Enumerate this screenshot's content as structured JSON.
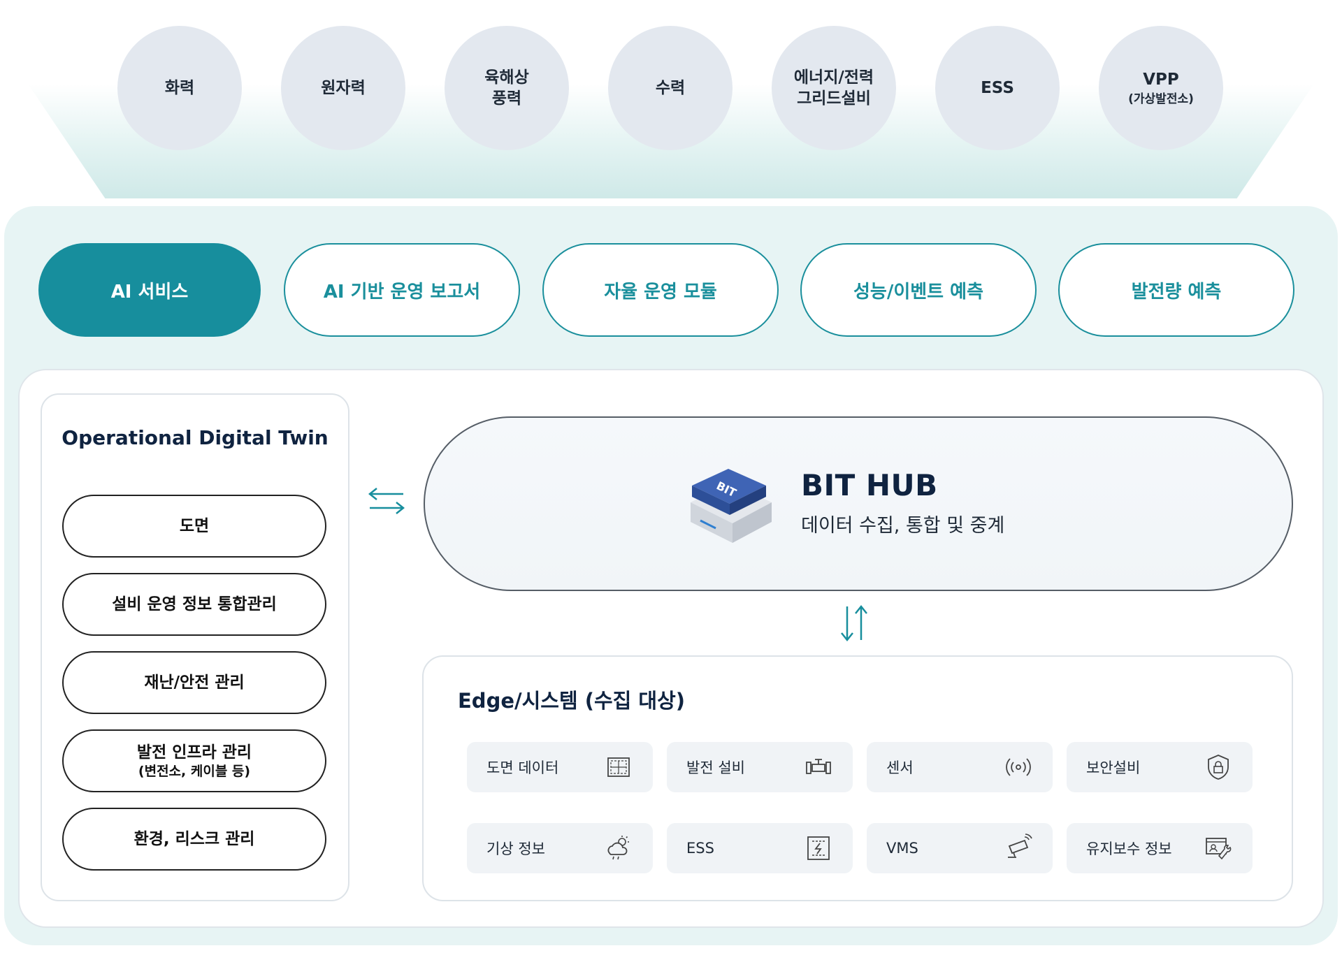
{
  "top_categories": [
    {
      "label": "화력"
    },
    {
      "label": "원자력"
    },
    {
      "label": "육해상\n풍력"
    },
    {
      "label": "수력"
    },
    {
      "label": "에너지/전력\n그리드설비"
    },
    {
      "label": "ESS"
    },
    {
      "label": "VPP",
      "sub": "(가상발전소)"
    }
  ],
  "ai_services": {
    "active_label": "AI 서비스",
    "items": [
      "AI 기반 운영 보고서",
      "자율 운영 모듈",
      "성능/이벤트 예측",
      "발전량 예측"
    ]
  },
  "digital_twin": {
    "title": "Operational Digital Twin",
    "items": [
      {
        "label": "도면"
      },
      {
        "label": "설비 운영 정보 통합관리"
      },
      {
        "label": "재난/안전 관리"
      },
      {
        "label": "발전 인프라 관리",
        "sub": "(변전소, 케이블 등)"
      },
      {
        "label": "환경, 리스크 관리"
      }
    ]
  },
  "hub": {
    "logo_text": "BIT",
    "title": "BIT HUB",
    "subtitle": "데이터 수집, 통합 및 중계"
  },
  "edge": {
    "title": "Edge/시스템 (수집 대상)",
    "items": [
      {
        "label": "도면 데이터",
        "icon": "blueprint-icon"
      },
      {
        "label": "발전 설비",
        "icon": "pipe-valve-icon"
      },
      {
        "label": "센서",
        "icon": "sensor-signal-icon"
      },
      {
        "label": "보안설비",
        "icon": "security-lock-icon"
      },
      {
        "label": "기상 정보",
        "icon": "weather-cloud-icon"
      },
      {
        "label": "ESS",
        "icon": "battery-storage-icon"
      },
      {
        "label": "VMS",
        "icon": "cctv-camera-icon"
      },
      {
        "label": "유지보수 정보",
        "icon": "maintenance-wrench-icon"
      }
    ]
  },
  "colors": {
    "accent": "#178e9d",
    "panel_bg": "#e7f4f4",
    "circle_bg": "#e3e8ef",
    "heading": "#0f2340"
  }
}
